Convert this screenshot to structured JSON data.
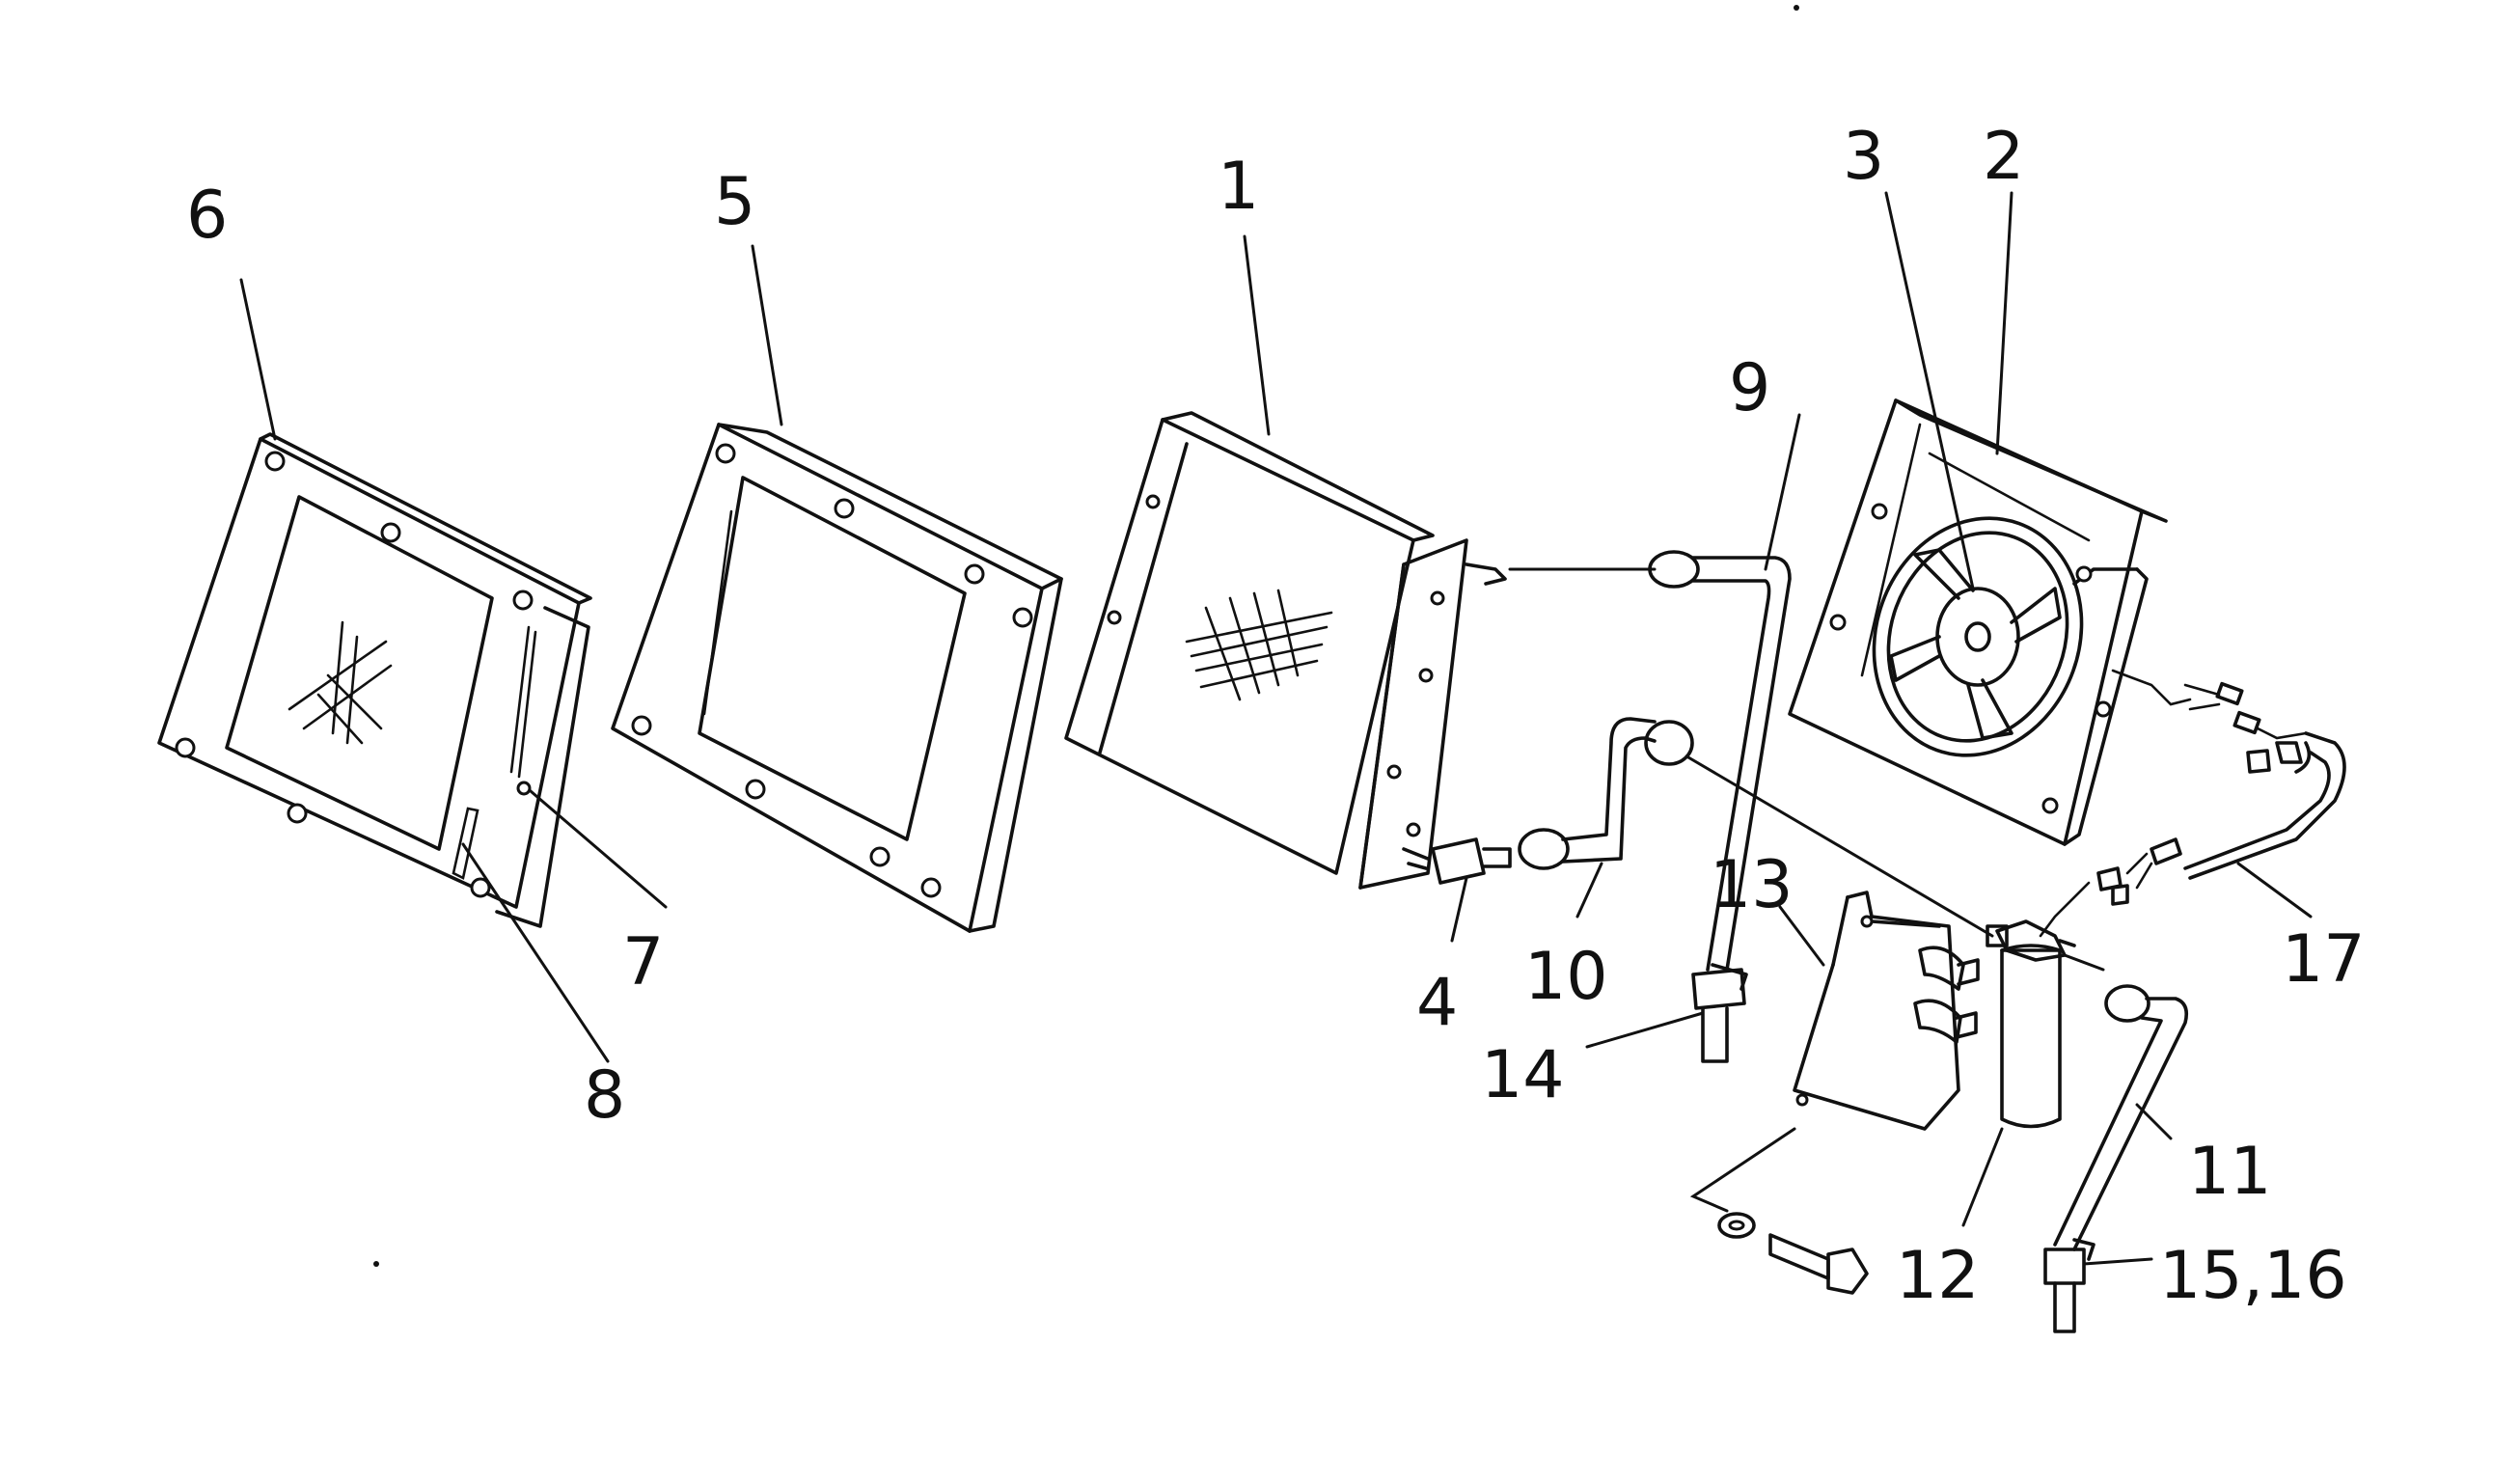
{
  "diagram": {
    "callouts": [
      {
        "id": "c1",
        "text": "1"
      },
      {
        "id": "c2",
        "text": "2"
      },
      {
        "id": "c3",
        "text": "3"
      },
      {
        "id": "c4",
        "text": "4"
      },
      {
        "id": "c5",
        "text": "5"
      },
      {
        "id": "c6",
        "text": "6"
      },
      {
        "id": "c7",
        "text": "7"
      },
      {
        "id": "c8",
        "text": "8"
      },
      {
        "id": "c9",
        "text": "9"
      },
      {
        "id": "c10",
        "text": "10"
      },
      {
        "id": "c11",
        "text": "11"
      },
      {
        "id": "c12",
        "text": "12"
      },
      {
        "id": "c13",
        "text": "13"
      },
      {
        "id": "c14",
        "text": "14"
      },
      {
        "id": "c15",
        "text": "15,16"
      },
      {
        "id": "c17",
        "text": "17"
      }
    ],
    "colors": {
      "line": "#111111",
      "background": "#ffffff"
    }
  }
}
